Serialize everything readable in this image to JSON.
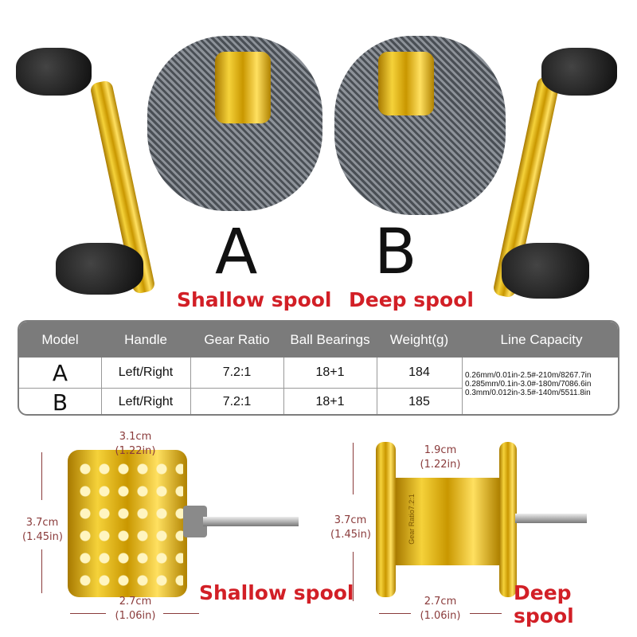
{
  "reels": {
    "a": {
      "letter": "A",
      "label": "Shallow spool"
    },
    "b": {
      "letter": "B",
      "label": "Deep spool"
    }
  },
  "table": {
    "headers": [
      "Model",
      "Handle",
      "Gear Ratio",
      "Ball Bearings",
      "Weight(g)",
      "Line Capacity"
    ],
    "rows": [
      {
        "model": "A",
        "handle": "Left/Right",
        "gear_ratio": "7.2:1",
        "ball_bearings": "18+1",
        "weight": "184"
      },
      {
        "model": "B",
        "handle": "Left/Right",
        "gear_ratio": "7.2:1",
        "ball_bearings": "18+1",
        "weight": "185"
      }
    ],
    "line_capacity": [
      "0.26mm/0.01in-2.5#-210m/8267.7in",
      "0.285mm/0.1in-3.0#-180m/7086.6in",
      "0.3mm/0.012in-3.5#-140m/5511.8in"
    ]
  },
  "spools": {
    "shallow": {
      "width_top": [
        "3.1cm",
        "(1.22in)"
      ],
      "height": [
        "3.7cm",
        "(1.45in)"
      ],
      "width_bottom": [
        "2.7cm",
        "(1.06in)"
      ],
      "label": "Shallow spool"
    },
    "deep": {
      "width_top": [
        "1.9cm",
        "(1.22in)"
      ],
      "height": [
        "3.7cm",
        "(1.45in)"
      ],
      "width_bottom": [
        "2.7cm",
        "(1.06in)"
      ],
      "label": "Deep spool",
      "engraving": "Gear Ratio7.2:1"
    }
  },
  "colors": {
    "label_red": "#d21f26",
    "header_gray": "#7b7b7b",
    "gold": "#e8b81c",
    "dimension": "#8a3b3b"
  }
}
